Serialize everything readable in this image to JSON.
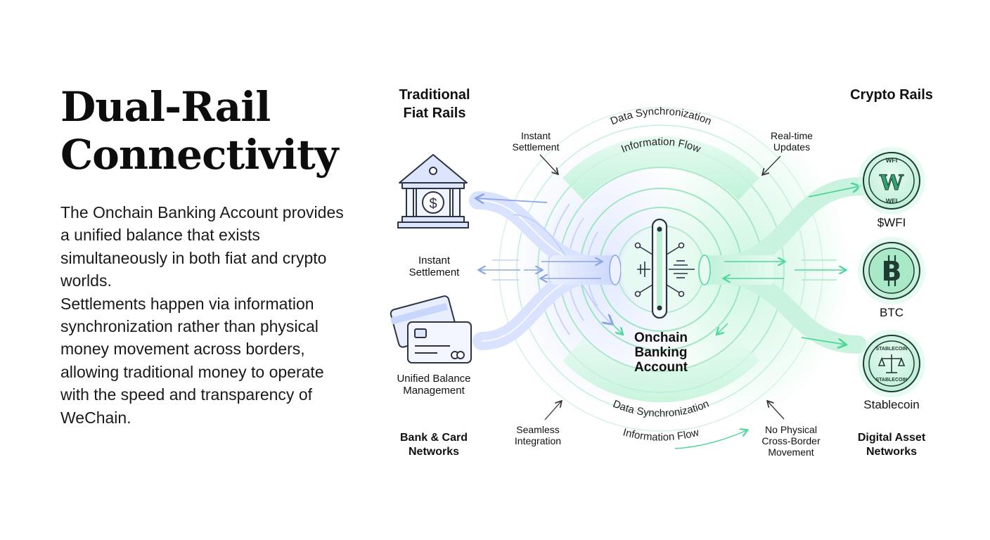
{
  "title": {
    "line1": "Dual-Rail",
    "line2": "Connectivity"
  },
  "description": {
    "para1": "The Onchain Banking Account provides a unified balance that exists simultaneously in both fiat and crypto worlds.",
    "para2": "Settlements happen via information synchronization rather than physical money movement across borders, allowing traditional money to operate with the speed and transparency of WeChain."
  },
  "diagram": {
    "left_header": "Traditional Fiat Rails",
    "right_header": "Crypto Rails",
    "center_label": "Onchain Banking Account",
    "arc_top_outer": "Data Synchronization",
    "arc_top_inner": "Information Flow",
    "arc_bottom_outer": "Data Synchronization",
    "arc_bottom_inner": "Information Flow",
    "callout_top_left": "Instant Settlement",
    "callout_top_right": "Real-time Updates",
    "callout_bottom_left": "Seamless Integration",
    "callout_bottom_right": "No Physical Cross-Border Movement",
    "left_mid_label": "Instant Settlement",
    "left_bottom_label": "Unified Balance Management",
    "left_footer": "Bank & Card Networks",
    "right_footer": "Digital Asset Networks",
    "assets": [
      {
        "label": "$WFI",
        "badge_top": "WFI",
        "badge_bottom": "WFI",
        "letter": "W"
      },
      {
        "label": "BTC",
        "letter": "B"
      },
      {
        "label": "Stablecoin",
        "badge_top": "STABLECOIN",
        "badge_bottom": "STABLECOIN"
      }
    ],
    "colors": {
      "fiat": "#8aa6e8",
      "crypto": "#4fd79a",
      "ink": "#2b3345",
      "bg": "#ffffff"
    }
  }
}
